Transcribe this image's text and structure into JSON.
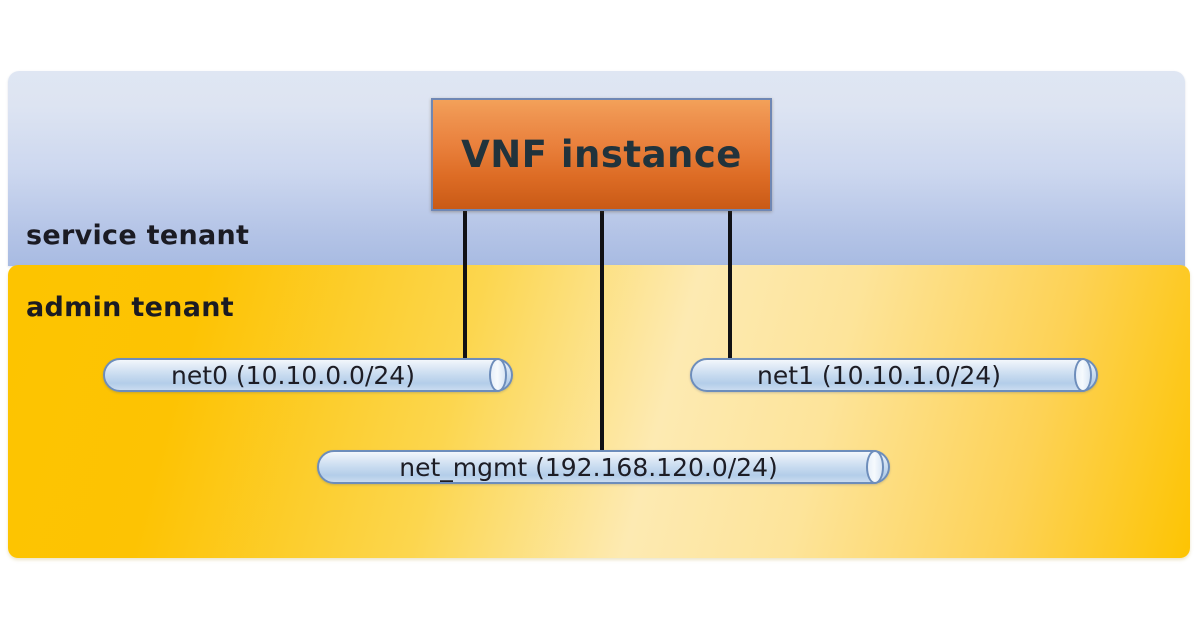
{
  "diagram": {
    "type": "network-topology-diagram",
    "zones": [
      {
        "id": "service-tenant",
        "label": "service tenant",
        "color": "#b3c3e6"
      },
      {
        "id": "admin-tenant",
        "label": "admin tenant",
        "color": "#fdc400"
      }
    ],
    "nodes": [
      {
        "id": "vnf-instance",
        "label": "VNF instance",
        "shape": "rectangle",
        "color": "#e9803c",
        "zone": "service-tenant"
      }
    ],
    "networks": [
      {
        "id": "net0",
        "label": "net0 (10.10.0.0/24)",
        "name": "net0",
        "cidr": "10.10.0.0/24",
        "shape": "cylinder",
        "color": "#c9dcf0",
        "zone": "admin-tenant"
      },
      {
        "id": "net1",
        "label": "net1 (10.10.1.0/24)",
        "name": "net1",
        "cidr": "10.10.1.0/24",
        "shape": "cylinder",
        "color": "#c9dcf0",
        "zone": "admin-tenant"
      },
      {
        "id": "net-mgmt",
        "label": "net_mgmt (192.168.120.0/24)",
        "name": "net_mgmt",
        "cidr": "192.168.120.0/24",
        "shape": "cylinder",
        "color": "#c9dcf0",
        "zone": "admin-tenant"
      }
    ],
    "connections": [
      {
        "id": "vnf-to-net0",
        "from": "vnf-instance",
        "to": "net0",
        "color": "#111114"
      },
      {
        "id": "vnf-to-net-mgmt",
        "from": "vnf-instance",
        "to": "net-mgmt",
        "color": "#111114"
      },
      {
        "id": "vnf-to-net1",
        "from": "vnf-instance",
        "to": "net1",
        "color": "#111114"
      }
    ]
  }
}
